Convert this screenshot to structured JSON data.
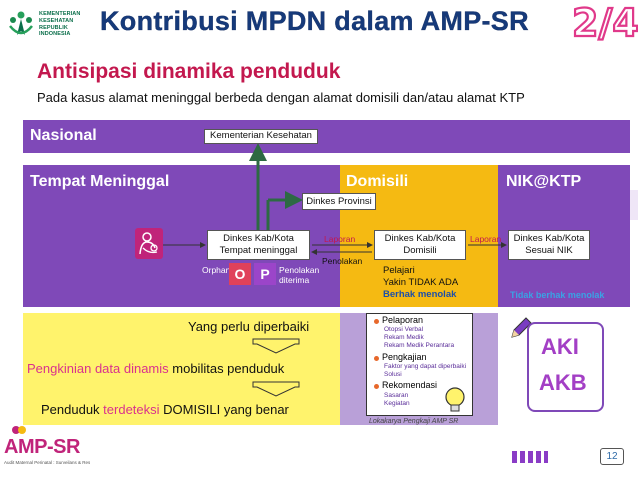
{
  "header": {
    "ministry_logo_text": [
      "KEMENTERIAN",
      "KESEHATAN",
      "REPUBLIK",
      "INDONESIA"
    ],
    "title": "Kontribusi MPDN dalam AMP-SR",
    "page_indicator": "2/4"
  },
  "subtitle": "Antisipasi dinamika penduduk",
  "description": "Pada kasus alamat meninggal berbeda dengan alamat domisili dan/atau alamat KTP",
  "diagram": {
    "national_label": "Nasional",
    "kemenkes_box": "Kementerian Kesehatan",
    "death_place_label": "Tempat Meninggal",
    "domisili_label": "Domisili",
    "nik_label": "NIK@KTP",
    "province_box": "Dinkes Provinsi",
    "death_box": [
      "Dinkes Kab/Kota",
      "Tempat meninggal"
    ],
    "domisili_box": [
      "Dinkes Kab/Kota",
      "Domisili"
    ],
    "nik_box": [
      "Dinkes Kab/Kota",
      "Sesuai NIK"
    ],
    "laporan_1": "Laporan",
    "laporan_2": "Laporan",
    "penolakan": "Penolakan",
    "orphan": "Orphan",
    "o_label": "O",
    "p_label": "P",
    "penolakan_diterima": [
      "Penolakan",
      "diterima"
    ],
    "pelajari": [
      "Pelajari",
      "Yakin TIDAK ADA"
    ],
    "berhak_menolak": "Berhak menolak",
    "tidak_berhak_menolak": "Tidak berhak menolak"
  },
  "lower": {
    "needs_fix": "Yang perlu diperbaiki",
    "row2_highlight": "Pengkinian data dinamis",
    "row2_rest": " mobilitas penduduk",
    "row3_start": "Penduduk ",
    "row3_highlight": "terdeteksi",
    "row3_rest": " DOMISILI yang benar",
    "pelaporan": "Pelaporan",
    "pelaporan_items": [
      "Otopsi Verbal",
      "Rekam Medik",
      "Rekam Medik Perantara"
    ],
    "pengkajian": "Pengkajian",
    "pengkajian_items": [
      "Faktor yang dapat diperbaiki",
      "Solusi"
    ],
    "rekomendasi": "Rekomendasi",
    "rekomendasi_items": [
      "Sasaran",
      "Kegiatan"
    ],
    "workshop": "Lokakarya Pengkaji AMP SR",
    "aki": "AKI",
    "akb": "AKB"
  },
  "footer": {
    "amp_logo": "AMP-SR",
    "amp_subtitle": "Audit Maternal Perinatal : Surveilans & Respon",
    "page_number": "12"
  },
  "colors": {
    "purple": "#7f49b8",
    "yellow": "#f5ba12",
    "title": "#163a7a",
    "red": "#c3184e"
  }
}
